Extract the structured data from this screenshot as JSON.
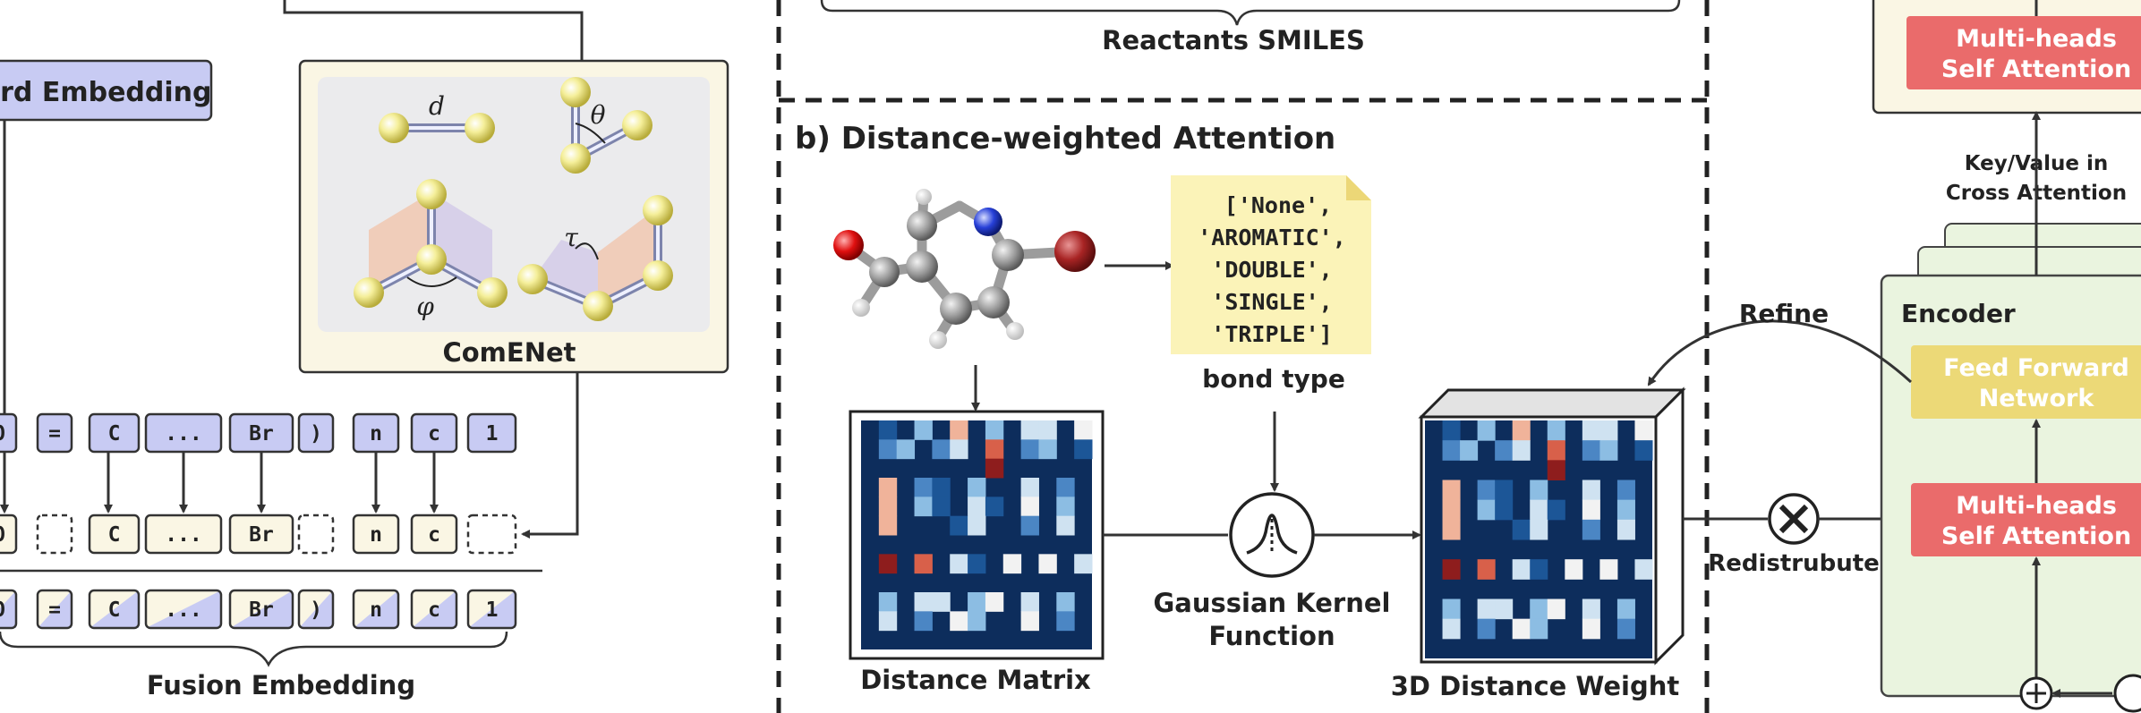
{
  "left_panel": {
    "word_embedding_label": "ord Embedding",
    "comenet_label": "ComENet",
    "geometry_symbols": [
      "d",
      "θ",
      "φ",
      "τ"
    ],
    "token_row_1": [
      "O",
      "=",
      "C",
      "...",
      "Br",
      ")",
      "n",
      "c",
      "1"
    ],
    "token_row_2": [
      "O",
      "",
      "C",
      "...",
      "Br",
      "",
      "n",
      "c",
      ""
    ],
    "token_row_3": [
      "O",
      "=",
      "C",
      "...",
      "Br",
      ")",
      "n",
      "c",
      "1"
    ],
    "fusion_label": "Fusion Embedding"
  },
  "middle_panel": {
    "reactants_label": "Reactants SMILES",
    "section_title": "b) Distance-weighted Attention",
    "bond_types": [
      "['None',",
      "'AROMATIC',",
      "'DOUBLE',",
      "'SINGLE',",
      "'TRIPLE']"
    ],
    "bond_type_label": "bond type",
    "distance_matrix_label": "Distance Matrix",
    "gaussian_label_line1": "Gaussian Kernel",
    "gaussian_label_line2": "Function",
    "weight_label": "3D Distance Weight"
  },
  "right_panel": {
    "refine_label": "Refine",
    "redistribute_label": "Redistrubute",
    "mhsa_top_line1": "Multi-heads",
    "mhsa_top_line2": "Self Attention",
    "kv_line1": "Key/Value in",
    "kv_line2": "Cross Attention",
    "encoder_label": "Encoder",
    "ffn_line1": "Feed Forward",
    "ffn_line2": "Network",
    "mhsa_line1": "Multi-heads",
    "mhsa_line2": "Self Attention"
  },
  "colors": {
    "token_blue": "#c8cbf3",
    "token_cream": "#faf6e4",
    "attention_red": "#ea6b6b",
    "ffn_yellow": "#ecd977",
    "encoder_green": "#eaf4df",
    "bond_note": "#fbf3b8",
    "heatmap_dark": "#0d2d5c"
  }
}
